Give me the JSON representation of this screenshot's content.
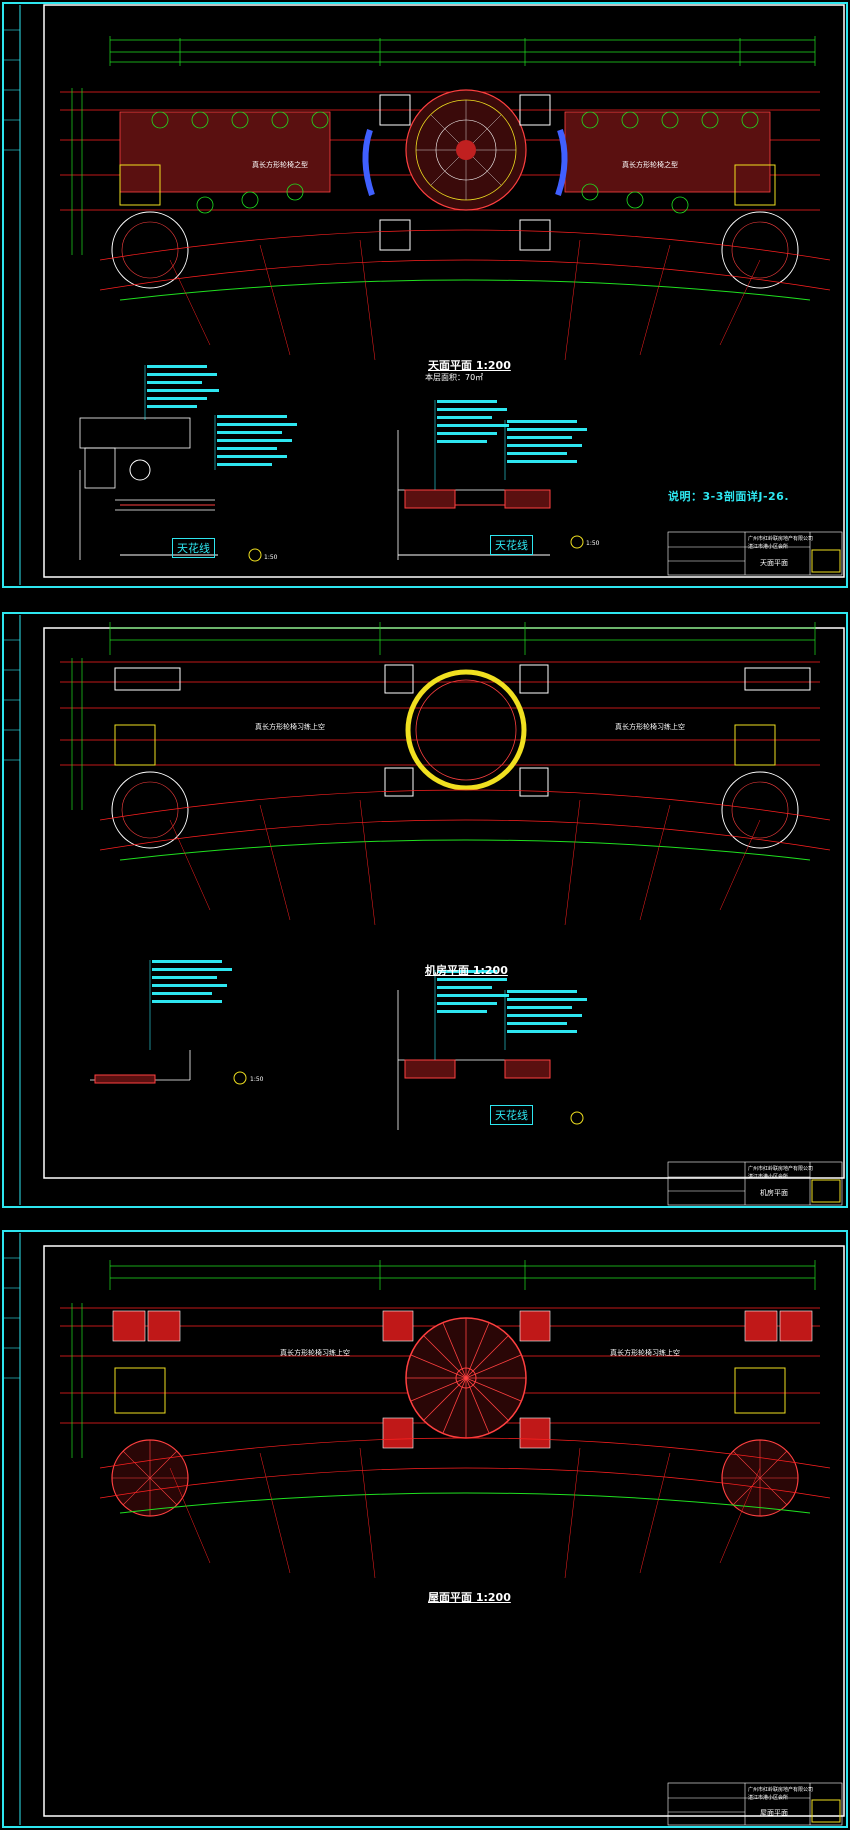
{
  "sheets": [
    {
      "plan_title": "天面平面 1:200",
      "area_label": "本层面积：70㎡",
      "room_left": "真长方形轮椅之型",
      "room_right": "真长方形轮椅之型",
      "note": "说明：3-3剖面详J-26.",
      "ceiling_tag_1": "天花线",
      "ceiling_tag_2": "天花线",
      "detail_1_scale": "1:50",
      "detail_2_scale": "1:50",
      "titleblock": {
        "company": "广州市红岭联房地产有限公司",
        "project": "湛江市港小区会所",
        "drawing_name": "天面平面"
      }
    },
    {
      "plan_title": "机房平面 1:200",
      "room_left": "真长方形轮椅习练上空",
      "room_right": "真长方形轮椅习练上空",
      "ceiling_tag_2": "天花线",
      "detail_1_scale": "1:50",
      "titleblock": {
        "company": "广州市红岭联房地产有限公司",
        "project": "湛江市港小区会所",
        "drawing_name": "机房平面"
      }
    },
    {
      "plan_title": "屋面平面 1:200",
      "room_left": "真长方形轮椅习练上空",
      "room_right": "真长方形轮椅习练上空",
      "titleblock": {
        "company": "广州市红岭联房地产有限公司",
        "project": "湛江市港小区会所",
        "drawing_name": "屋面平面"
      }
    }
  ],
  "colors": {
    "frame": "#2ee6f0",
    "border": "#ffffff",
    "grid": "#ff2020",
    "dim": "#20e020",
    "accent": "#f0e020"
  }
}
